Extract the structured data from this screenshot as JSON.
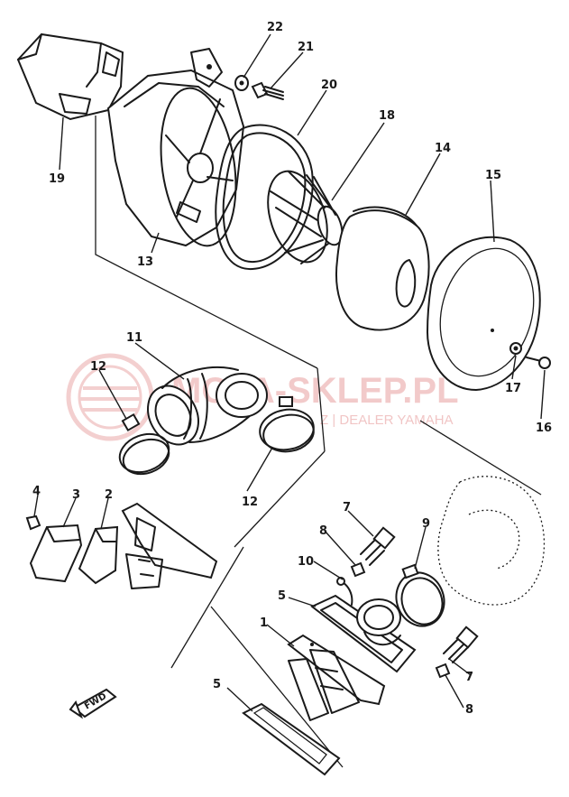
{
  "watermark": {
    "brand": "MOTA-SKLEP.PL",
    "subtitle": "Z | DEALER YAMAHA"
  },
  "direction_badge": "FWD",
  "callouts": {
    "c1": "1",
    "c2": "2",
    "c3": "3",
    "c4": "4",
    "c5a": "5",
    "c5b": "5",
    "c7a": "7",
    "c7b": "7",
    "c8a": "8",
    "c8b": "8",
    "c9": "9",
    "c10": "10",
    "c11": "11",
    "c12a": "12",
    "c12b": "12",
    "c13": "13",
    "c14": "14",
    "c15": "15",
    "c16": "16",
    "c17": "17",
    "c18": "18",
    "c19": "19",
    "c20": "20",
    "c21": "21",
    "c22": "22"
  }
}
